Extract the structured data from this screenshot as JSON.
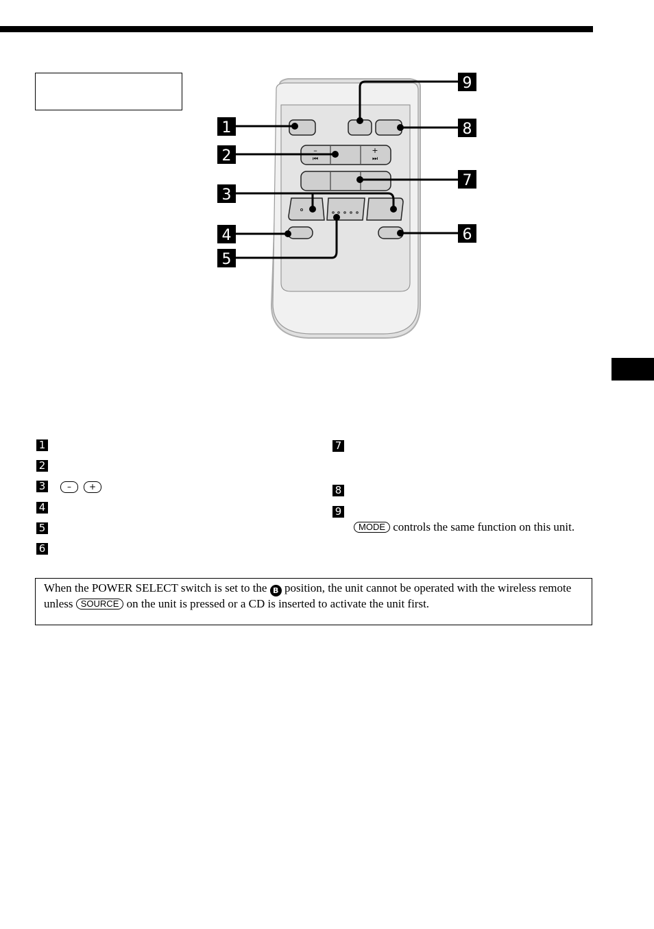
{
  "callouts": [
    "1",
    "2",
    "3",
    "4",
    "5",
    "6",
    "7",
    "8",
    "9"
  ],
  "remote_labels": {
    "minus": "–",
    "plus": "+",
    "prev_symbol": "⏮",
    "next_symbol": "⏭"
  },
  "list_left": [
    {
      "num": "1"
    },
    {
      "num": "2"
    },
    {
      "num": "3",
      "btn_minus": "–",
      "btn_plus": "+"
    },
    {
      "num": "4"
    },
    {
      "num": "5"
    },
    {
      "num": "6"
    }
  ],
  "list_right": [
    {
      "num": "7"
    },
    {
      "num": "8"
    },
    {
      "num": "9"
    }
  ],
  "mode_note": {
    "button": "MODE",
    "text": "controls the same function on this unit."
  },
  "note": {
    "part1": "When the POWER SELECT switch is set to the",
    "glyph": "B",
    "part2": "position, the unit cannot be operated with the wireless remote unless",
    "button": "SOURCE",
    "part3": "on the unit is pressed or a CD is inserted to activate the unit first."
  }
}
